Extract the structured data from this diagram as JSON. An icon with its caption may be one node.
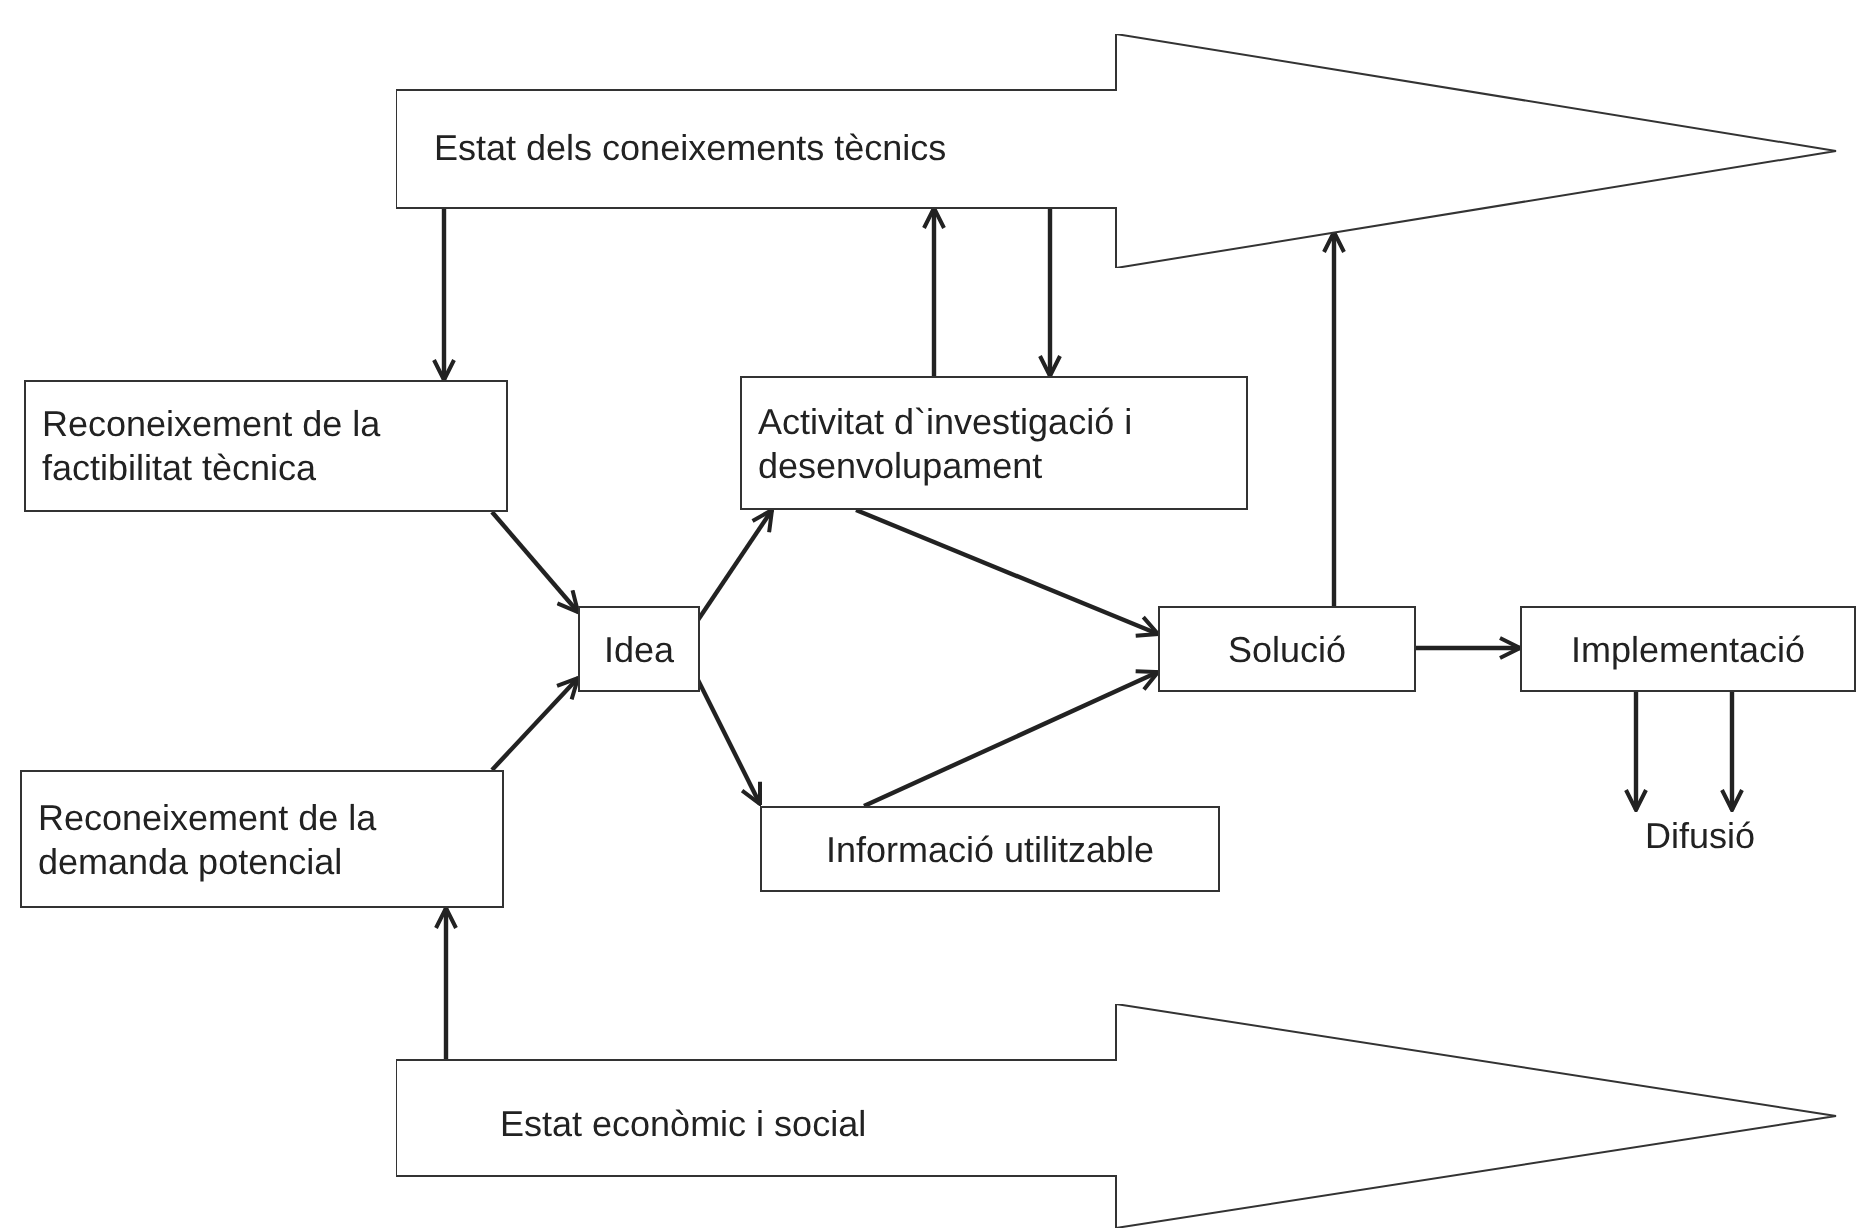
{
  "diagram": {
    "nodes": [
      {
        "text": [
          "Estat dels coneixements tècnics"
        ]
      },
      {
        "text": [
          "Reconeixement de la factibilitat tècnica"
        ]
      },
      {
        "text": [
          "Activitat d`investigació i desenvolupament"
        ]
      },
      {
        "text": [
          "Idea"
        ]
      },
      {
        "text": [
          "Solució"
        ]
      },
      {
        "text": [
          "Implementació"
        ]
      },
      {
        "text": [
          "Difusió"
        ]
      },
      {
        "text": [
          "Reconeixement de la demanda potencial"
        ]
      },
      {
        "text": [
          "Informació utilitzable"
        ]
      },
      {
        "text": [
          "Estat econòmic i social"
        ]
      }
    ],
    "edges": [
      {
        "from": 0,
        "to": 1,
        "arrow": "to"
      },
      {
        "from": 2,
        "to": 0,
        "arrow": "to"
      },
      {
        "from": 0,
        "to": 2,
        "arrow": "to"
      },
      {
        "from": 4,
        "to": 0,
        "arrow": "to"
      },
      {
        "from": 1,
        "to": 3,
        "arrow": "to"
      },
      {
        "from": 3,
        "to": 2,
        "arrow": "to"
      },
      {
        "from": 2,
        "to": 4,
        "arrow": "to"
      },
      {
        "from": 3,
        "to": 8,
        "arrow": "to"
      },
      {
        "from": 8,
        "to": 4,
        "arrow": "to"
      },
      {
        "from": 4,
        "to": 5,
        "arrow": "to"
      },
      {
        "from": 5,
        "to": 6,
        "arrow": "to"
      },
      {
        "from": 5,
        "to": 6,
        "arrow": "to"
      },
      {
        "from": 9,
        "to": 7,
        "arrow": "to"
      },
      {
        "from": 7,
        "to": 3,
        "arrow": "to"
      }
    ]
  }
}
